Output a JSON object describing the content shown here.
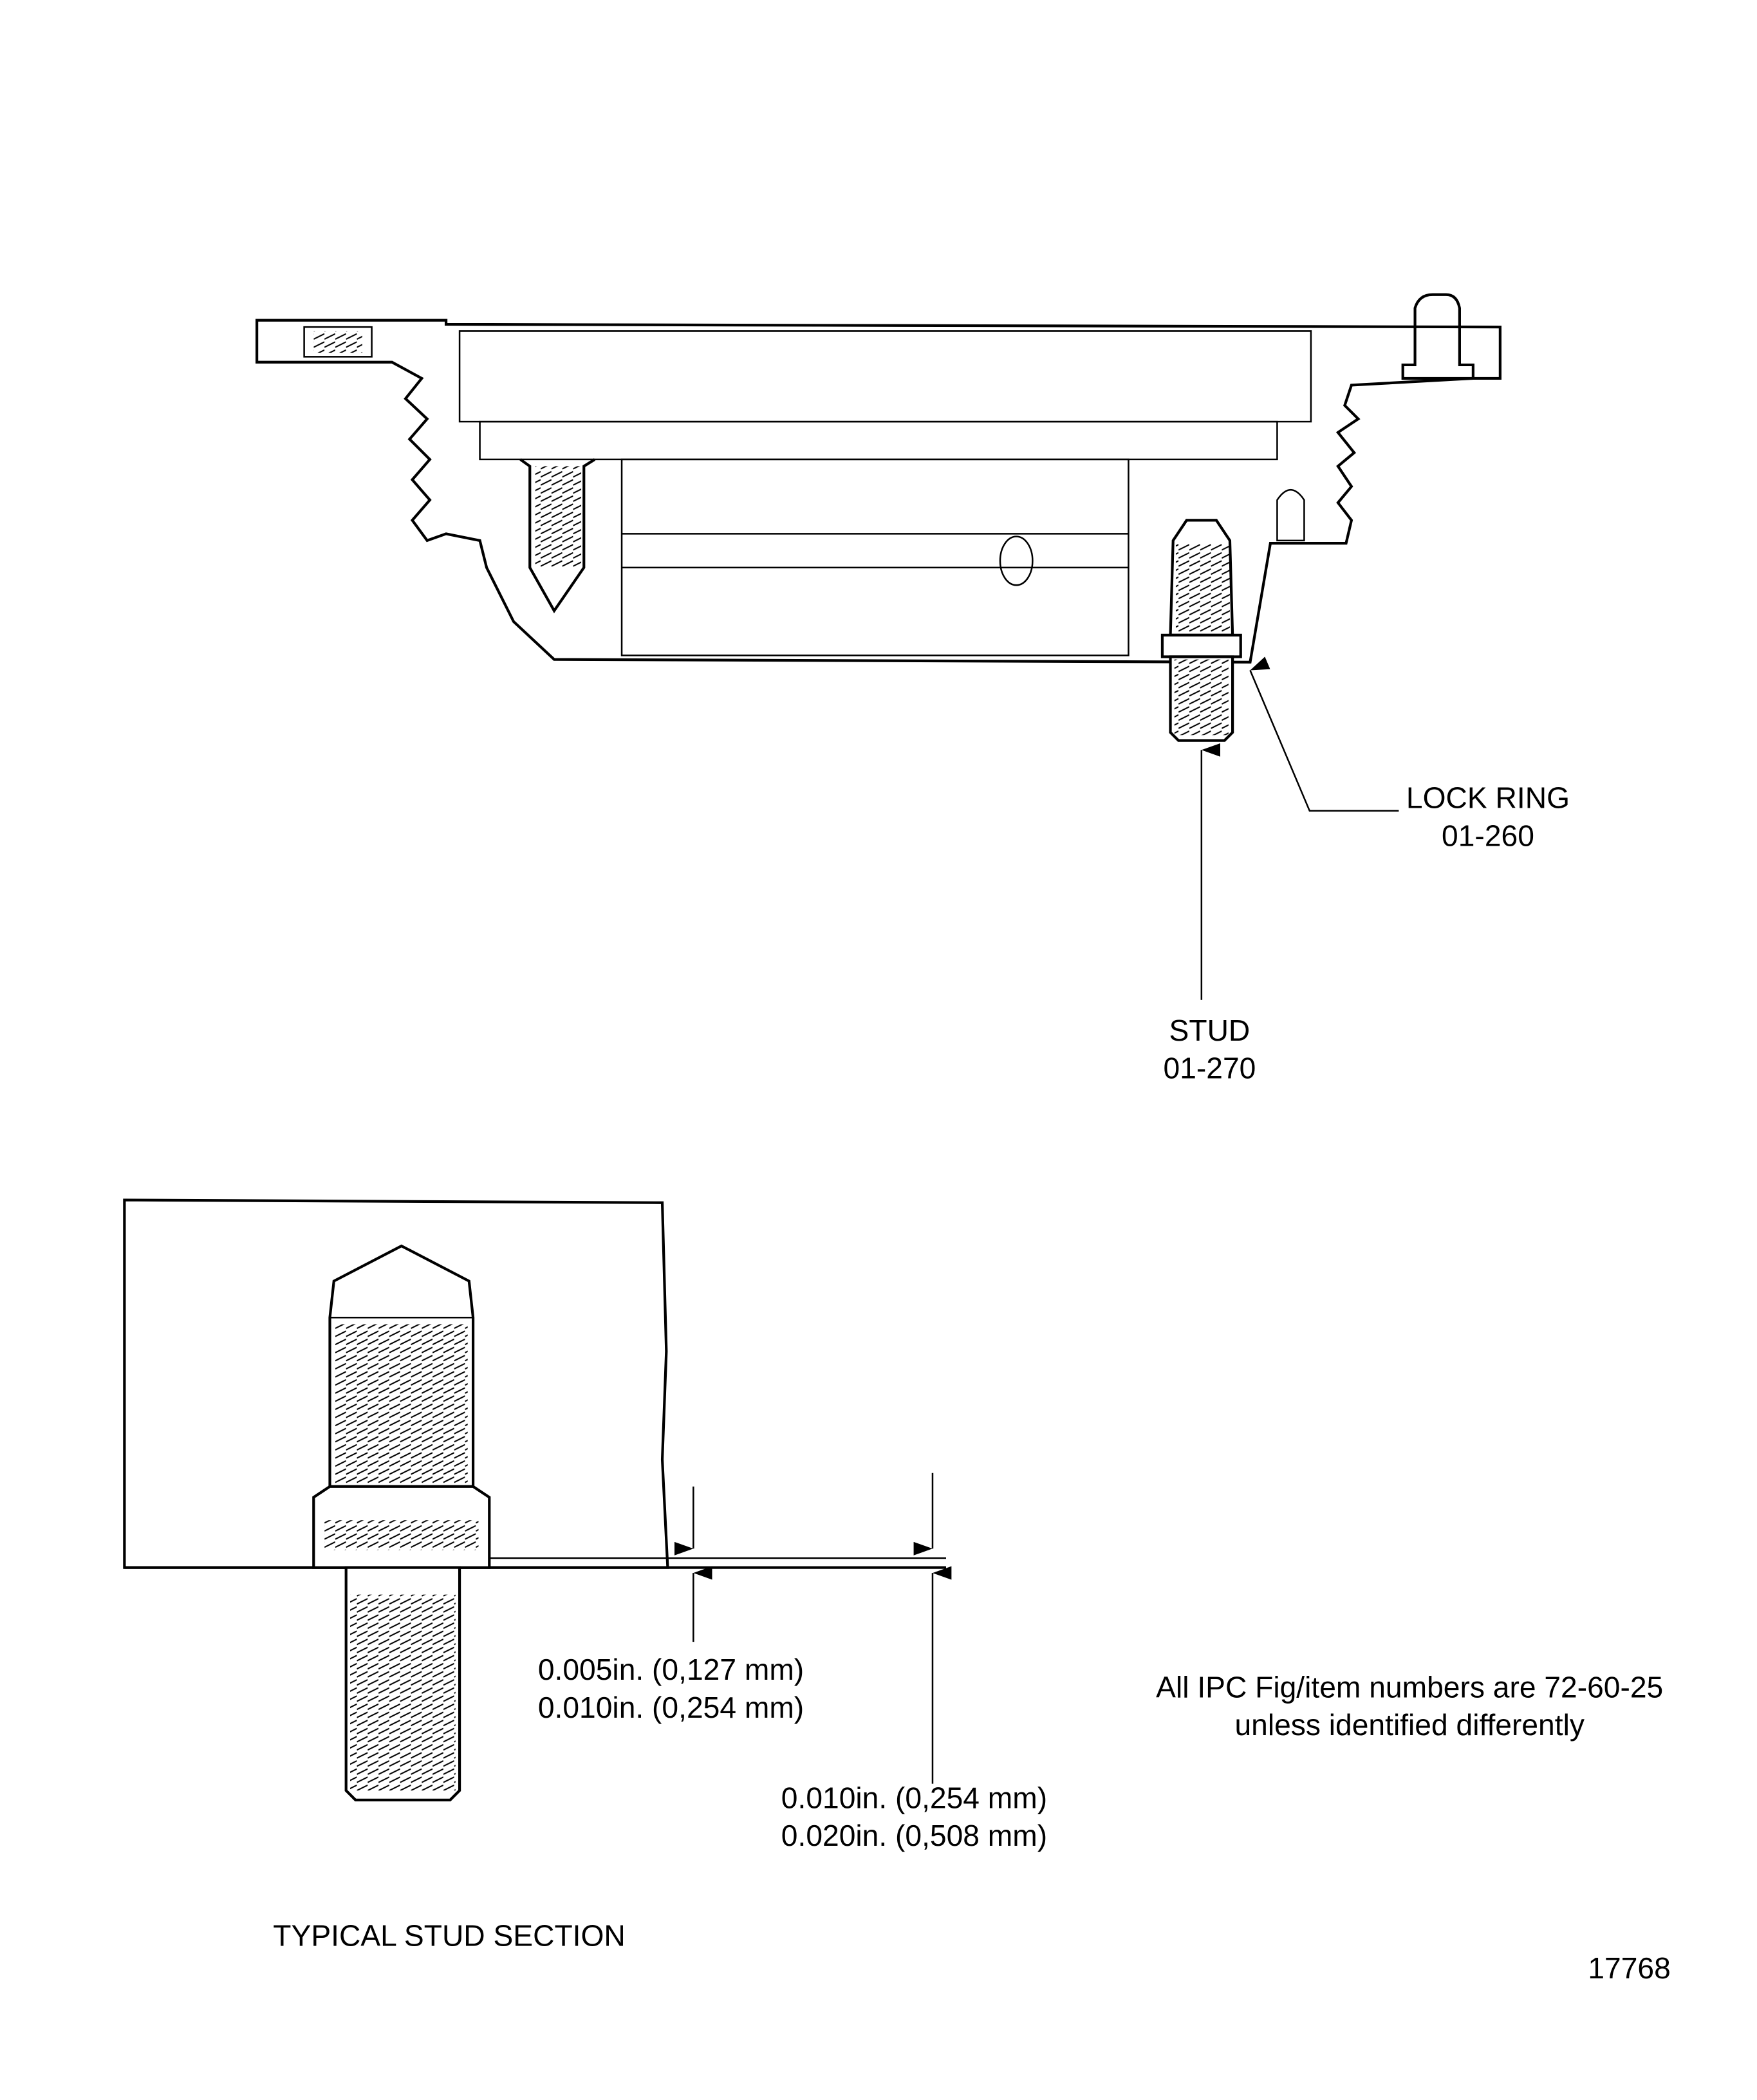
{
  "labels": {
    "lock_ring_name": "LOCK RING",
    "lock_ring_item": "01-260",
    "stud_name": "STUD",
    "stud_item": "01-270",
    "dim1_line1": "0.005in. (0,127 mm)",
    "dim1_line2": "0.010in. (0,254 mm)",
    "dim2_line1": "0.010in. (0,254 mm)",
    "dim2_line2": "0.020in. (0,508 mm)",
    "note_line1": "All IPC Fig/item numbers are 72-60-25",
    "note_line2": "unless identified differently",
    "section_title": "TYPICAL STUD SECTION",
    "figure_number": "17768"
  }
}
